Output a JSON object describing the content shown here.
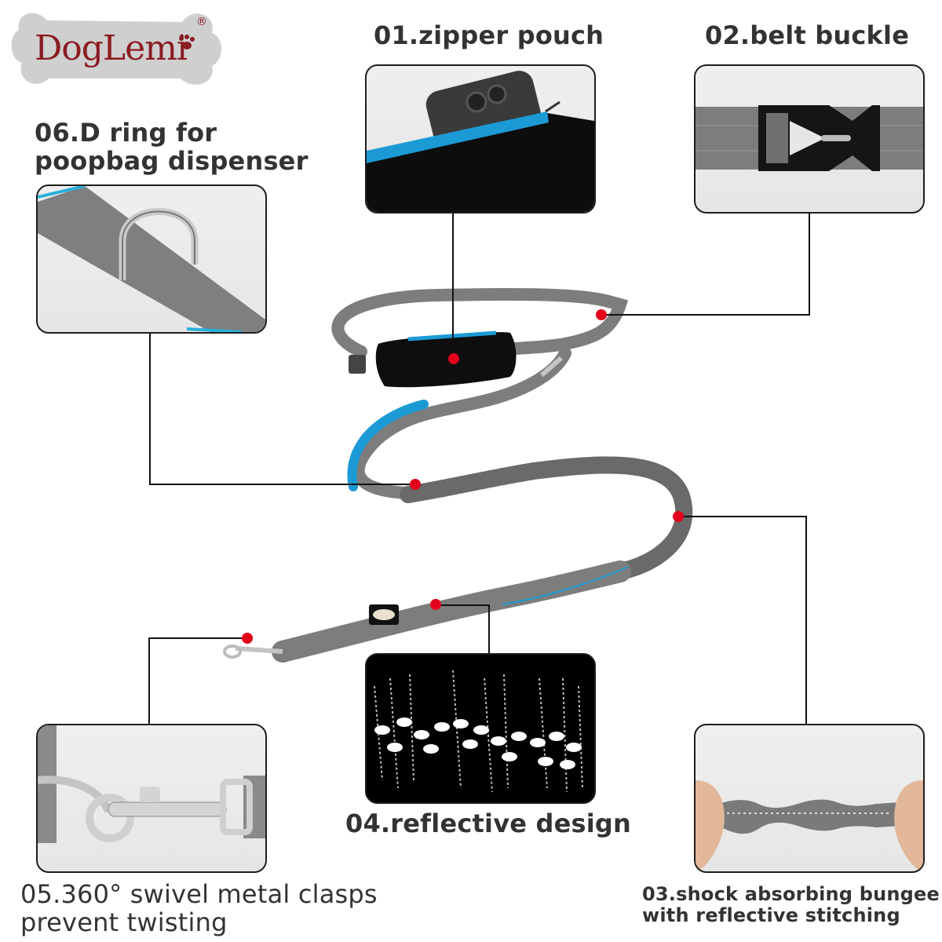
{
  "brand": {
    "name": "DogLemi",
    "registered_mark": "®",
    "logo_text_color": "#8a1c22",
    "logo_bone_color": "#cfcfcf"
  },
  "colors": {
    "marker_dot": "#e3001b",
    "connector_line": "#111111",
    "label_text": "#333333",
    "leash_gray": "#7a7a7a",
    "accent_blue": "#1b9ad6",
    "pouch_black": "#111111"
  },
  "features": [
    {
      "id": "01",
      "label": "01.zipper pouch",
      "icon": "zipper-pouch-photo"
    },
    {
      "id": "02",
      "label": "02.belt buckle",
      "icon": "belt-buckle-photo"
    },
    {
      "id": "03",
      "label_line1": "03.shock absorbing bungee",
      "label_line2": "with reflective stitching",
      "icon": "bungee-stretch-photo"
    },
    {
      "id": "04",
      "label": "04.reflective design",
      "icon": "reflective-night-photo"
    },
    {
      "id": "05",
      "label_line1": "05.360° swivel metal clasps",
      "label_line2": "prevent twisting",
      "icon": "swivel-clasp-photo"
    },
    {
      "id": "06",
      "label_line1": "06.D ring for",
      "label_line2": "poopbag dispenser",
      "icon": "d-ring-photo"
    }
  ],
  "product": {
    "description": "Hands-free dog leash with waist belt and bungee",
    "patch_label": "DogLemi"
  }
}
